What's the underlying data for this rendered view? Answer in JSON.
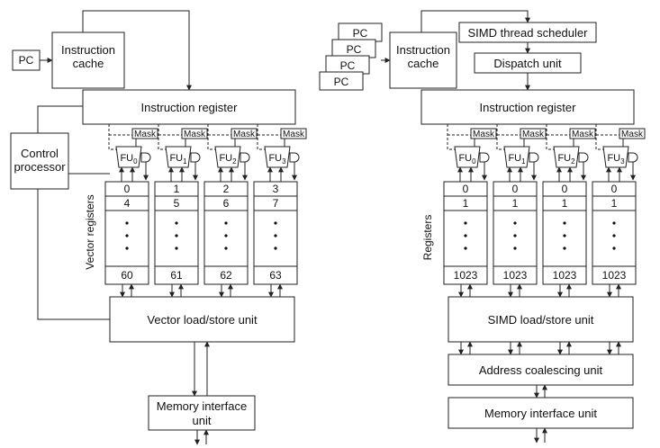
{
  "left": {
    "pc": "PC",
    "instruction_cache": [
      "Instruction",
      "cache"
    ],
    "instruction_register": "Instruction register",
    "control_processor": [
      "Control",
      "processor"
    ],
    "mask_label": "Mask",
    "fu_label": "FU",
    "fu_subscripts": [
      "0",
      "1",
      "2",
      "3"
    ],
    "lanes": [
      {
        "top": [
          "0",
          "4"
        ],
        "bottom": "60"
      },
      {
        "top": [
          "1",
          "5"
        ],
        "bottom": "61"
      },
      {
        "top": [
          "2",
          "6"
        ],
        "bottom": "62"
      },
      {
        "top": [
          "3",
          "7"
        ],
        "bottom": "63"
      }
    ],
    "registers_label": "Vector registers",
    "load_store": "Vector load/store unit",
    "memory_interface": [
      "Memory interface",
      "unit"
    ]
  },
  "right": {
    "pcs": [
      "PC",
      "PC",
      "PC",
      "PC"
    ],
    "instruction_cache": [
      "Instruction",
      "cache"
    ],
    "scheduler": "SIMD thread scheduler",
    "dispatch": "Dispatch unit",
    "instruction_register": "Instruction register",
    "mask_label": "Mask",
    "fu_label": "FU",
    "fu_subscripts": [
      "0",
      "1",
      "2",
      "3"
    ],
    "lanes": [
      {
        "top": [
          "0",
          "1"
        ],
        "bottom": "1023"
      },
      {
        "top": [
          "0",
          "1"
        ],
        "bottom": "1023"
      },
      {
        "top": [
          "0",
          "1"
        ],
        "bottom": "1023"
      },
      {
        "top": [
          "0",
          "1"
        ],
        "bottom": "1023"
      }
    ],
    "registers_label": "Registers",
    "load_store": "SIMD load/store unit",
    "address_coalescing": "Address coalescing unit",
    "memory_interface": "Memory interface unit"
  }
}
